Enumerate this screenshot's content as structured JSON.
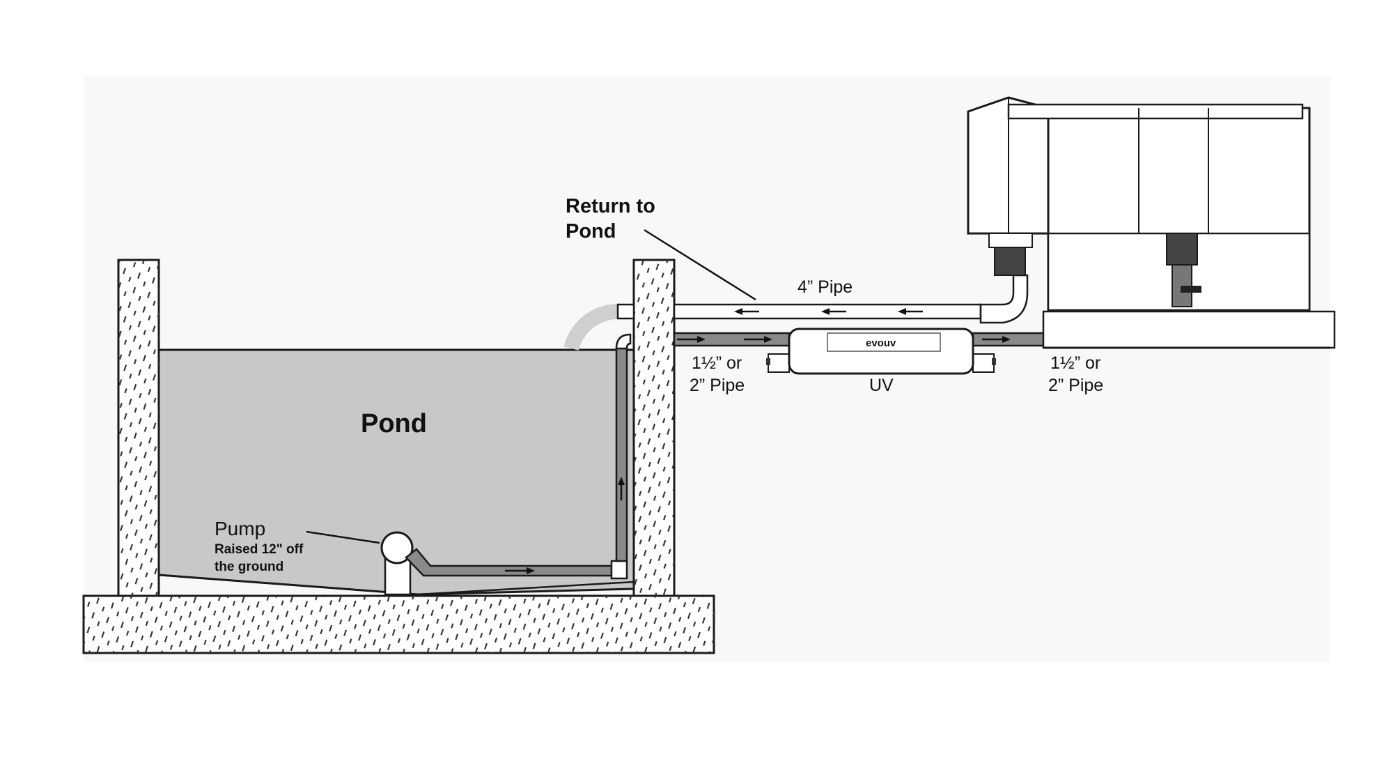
{
  "labels": {
    "pond": "Pond",
    "pump": "Pump",
    "pump_note_line1": "Raised 12\" off",
    "pump_note_line2": "the ground",
    "return_line1": "Return to",
    "return_line2": "Pond",
    "four_inch_pipe": "4” Pipe",
    "left_pipe_line1": "1½” or",
    "left_pipe_line2": "2” Pipe",
    "uv": "UV",
    "right_pipe_line1": "1½” or",
    "right_pipe_line2": "2” Pipe",
    "uv_brand": "evouv"
  },
  "colors": {
    "water": "#c8c8c8",
    "line": "#1a1a1a",
    "pipe_fill": "#8a8a8a",
    "return_pipe": "#ffffff",
    "background": "#ffffff"
  }
}
